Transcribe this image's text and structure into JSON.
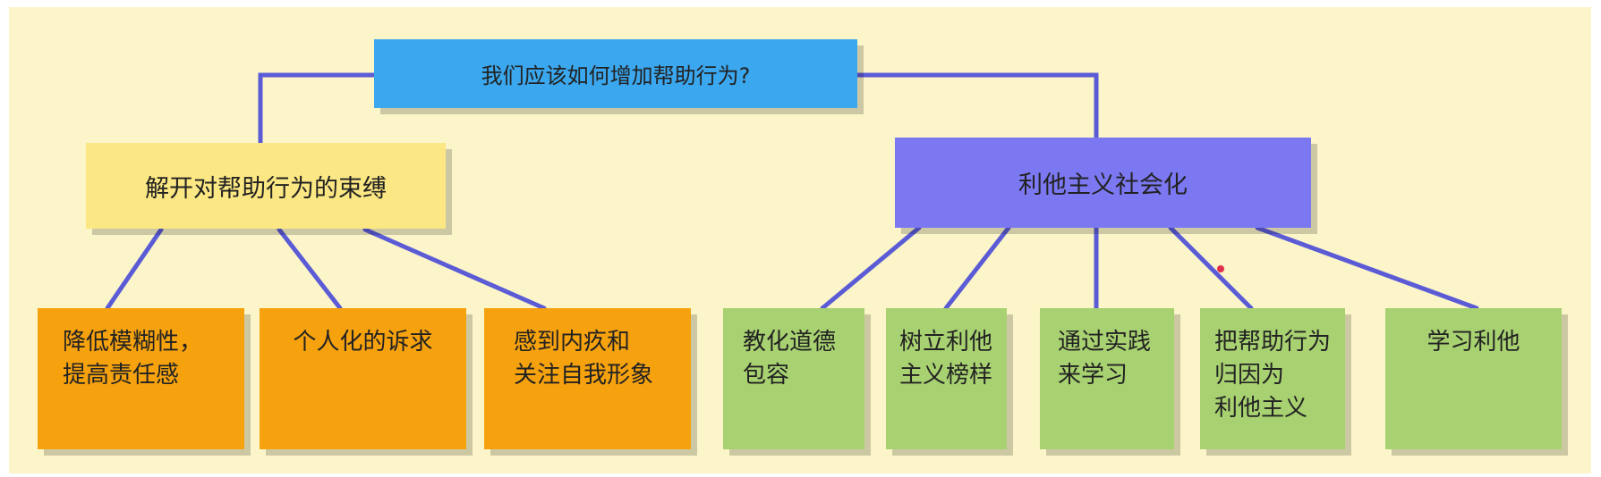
{
  "root": {
    "label": "我们应该如何增加帮助行为?"
  },
  "branches": [
    {
      "label": "解开对帮助行为的束缚",
      "children": [
        {
          "lines": [
            "降低模糊性，",
            "提高责任感"
          ]
        },
        {
          "lines": [
            "个人化的诉求"
          ]
        },
        {
          "lines": [
            "感到内疚和",
            "关注自我形象"
          ]
        }
      ]
    },
    {
      "label": "利他主义社会化",
      "children": [
        {
          "lines": [
            "教化道德",
            "包容"
          ]
        },
        {
          "lines": [
            "树立利他",
            "主义榜样"
          ]
        },
        {
          "lines": [
            "通过实践",
            "来学习"
          ]
        },
        {
          "lines": [
            "把帮助行为",
            "归因为",
            "利他主义"
          ]
        },
        {
          "lines": [
            "学习利他"
          ]
        }
      ]
    }
  ],
  "colors": {
    "background": "#fbf5c9",
    "connector": "#5b5bd6",
    "root": "#3aa7ee",
    "branch_left": "#fbe783",
    "branch_right": "#7b78f2",
    "leaf_left": "#f6a20f",
    "leaf_right": "#a8d171"
  }
}
